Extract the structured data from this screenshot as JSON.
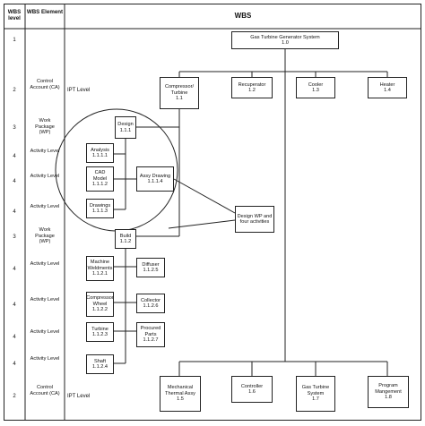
{
  "header": {
    "level": "WBS level",
    "element": "WBS Element",
    "wbs": "WBS"
  },
  "rows": [
    {
      "level": "1",
      "element": ""
    },
    {
      "level": "2",
      "element": "Control Account (CA)"
    },
    {
      "level": "3",
      "element": "Work Package (WP)"
    },
    {
      "level": "4",
      "element": "Activity Level"
    },
    {
      "level": "4",
      "element": "Activity Level"
    },
    {
      "level": "4",
      "element": "Activity Level"
    },
    {
      "level": "3",
      "element": "Work Package (WP)"
    },
    {
      "level": "4",
      "element": "Activity Level"
    },
    {
      "level": "4",
      "element": "Activity Level"
    },
    {
      "level": "4",
      "element": "Activity Level"
    },
    {
      "level": "4",
      "element": "Activity Level"
    },
    {
      "level": "2",
      "element": "Control Account (CA)"
    }
  ],
  "ipt": [
    "IPT Level",
    "IPT Level"
  ],
  "nodes": {
    "root": {
      "name": "Gas Turbine Generator System",
      "code": "1.0"
    },
    "compressor": {
      "name": "Compressor/ Turbine",
      "code": "1.1"
    },
    "recuperator": {
      "name": "Recuperator",
      "code": "1.2"
    },
    "cooler": {
      "name": "Cooler",
      "code": "1.3"
    },
    "heater": {
      "name": "Heater",
      "code": "1.4"
    },
    "design": {
      "name": "Design",
      "code": "1.1.1"
    },
    "analysis": {
      "name": "Analysis",
      "code": "1.1.1.1"
    },
    "cad": {
      "name": "CAD Model",
      "code": "1.1.1.2"
    },
    "assy_drawing": {
      "name": "Assy Drawing",
      "code": "1.1.1.4"
    },
    "drawings": {
      "name": "Drawings",
      "code": "1.1.1.3"
    },
    "callout": {
      "name": "Design WP and four activities",
      "code": ""
    },
    "build": {
      "name": "Build",
      "code": "1.1.2"
    },
    "machine_weldments": {
      "name": "Machine Weldments",
      "code": "1.1.2.1"
    },
    "diffuser": {
      "name": "Diffuser",
      "code": "1.1.2.5"
    },
    "compressor_wheel": {
      "name": "Compressor Wheel",
      "code": "1.1.2.2"
    },
    "collector": {
      "name": "Collector",
      "code": "1.1.2.6"
    },
    "turbine": {
      "name": "Turbine",
      "code": "1.1.2.3"
    },
    "procured_parts": {
      "name": "Procured Parts",
      "code": "1.1.2.7"
    },
    "shaft": {
      "name": "Shaft",
      "code": "1.1.2.4"
    },
    "mech_thermal": {
      "name": "Mechanical Thermal Assy",
      "code": "1.5"
    },
    "controller": {
      "name": "Controller",
      "code": "1.6"
    },
    "gas_turbine_system": {
      "name": "Gas Turbine System",
      "code": "1.7"
    },
    "program_mgmt": {
      "name": "Program Mangement",
      "code": "1.8"
    }
  }
}
